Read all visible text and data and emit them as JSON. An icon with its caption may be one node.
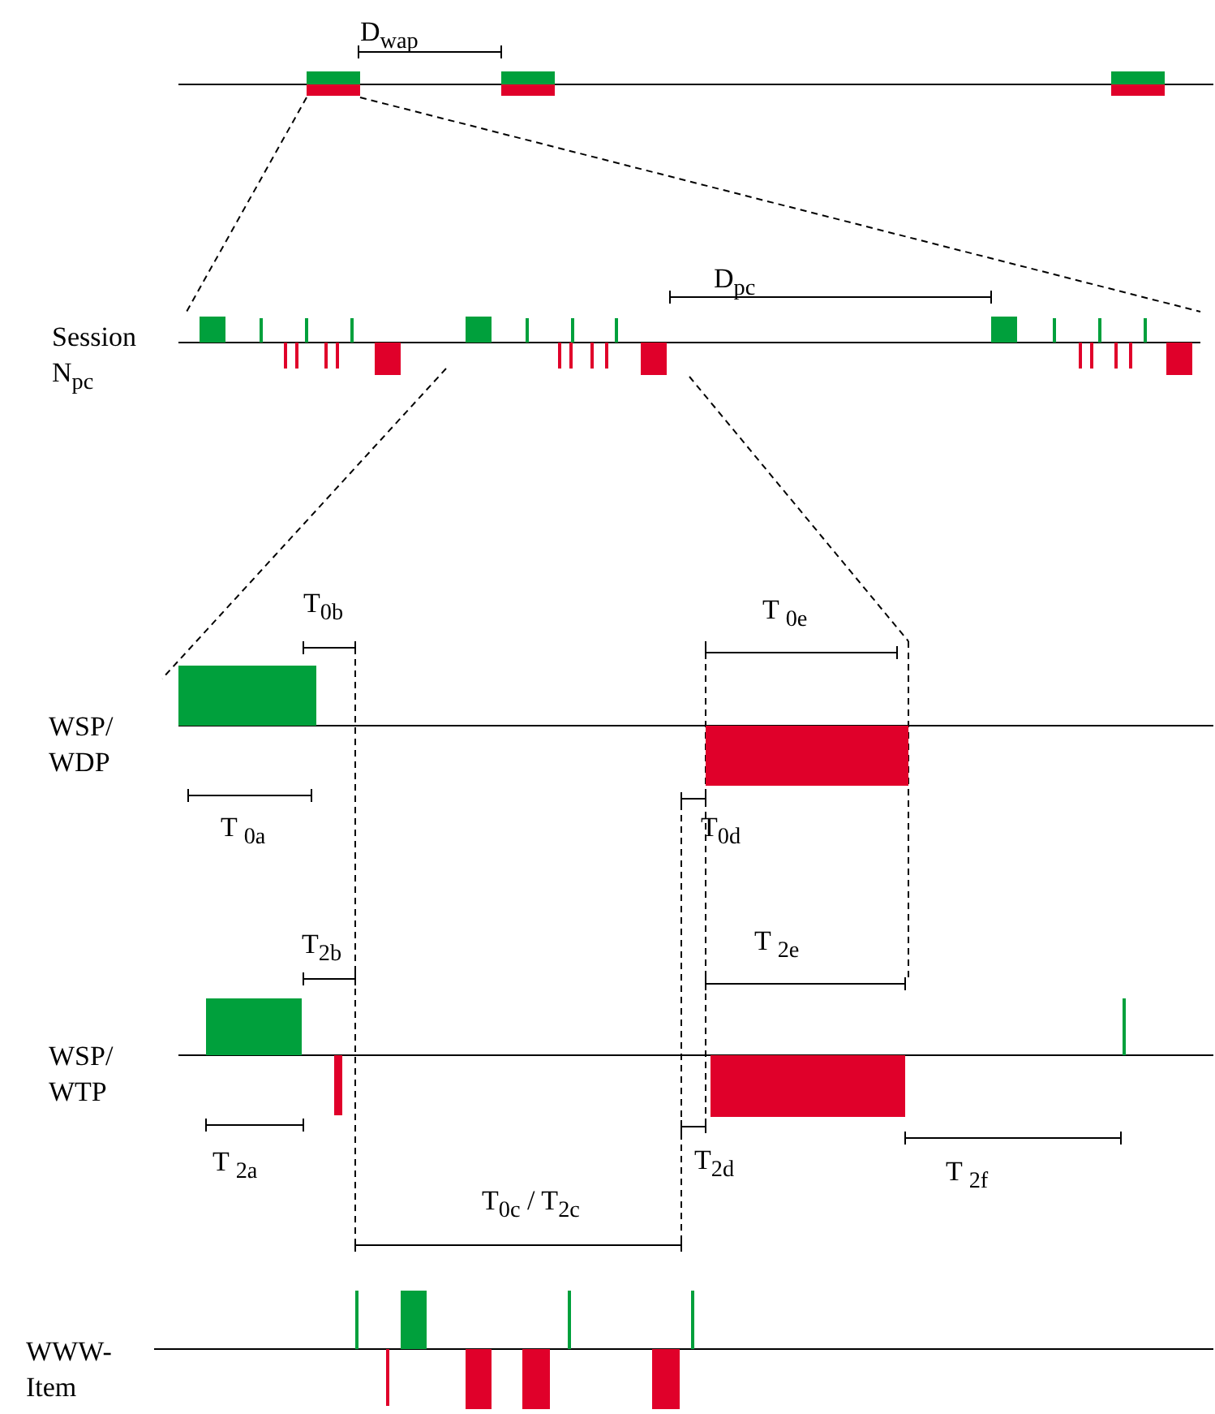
{
  "diagram": {
    "labels": [
      "D$_{wap}$",
      "Session N$_{pc}$",
      "D$_{pc}$",
      "T$_{0b}$",
      "T $_{0e}$",
      "WSP/ WDP",
      "T $_{0a}$",
      "T$_{0d}$",
      "T$_{2b}$",
      "T $_{2e}$",
      "WSP/ WTP",
      "T $_{2a}$",
      "T$_{2d}$",
      "T $_{2f}$",
      "T$_{0c}$ / T$_{2c}$",
      "WWW- Item"
    ]
  }
}
